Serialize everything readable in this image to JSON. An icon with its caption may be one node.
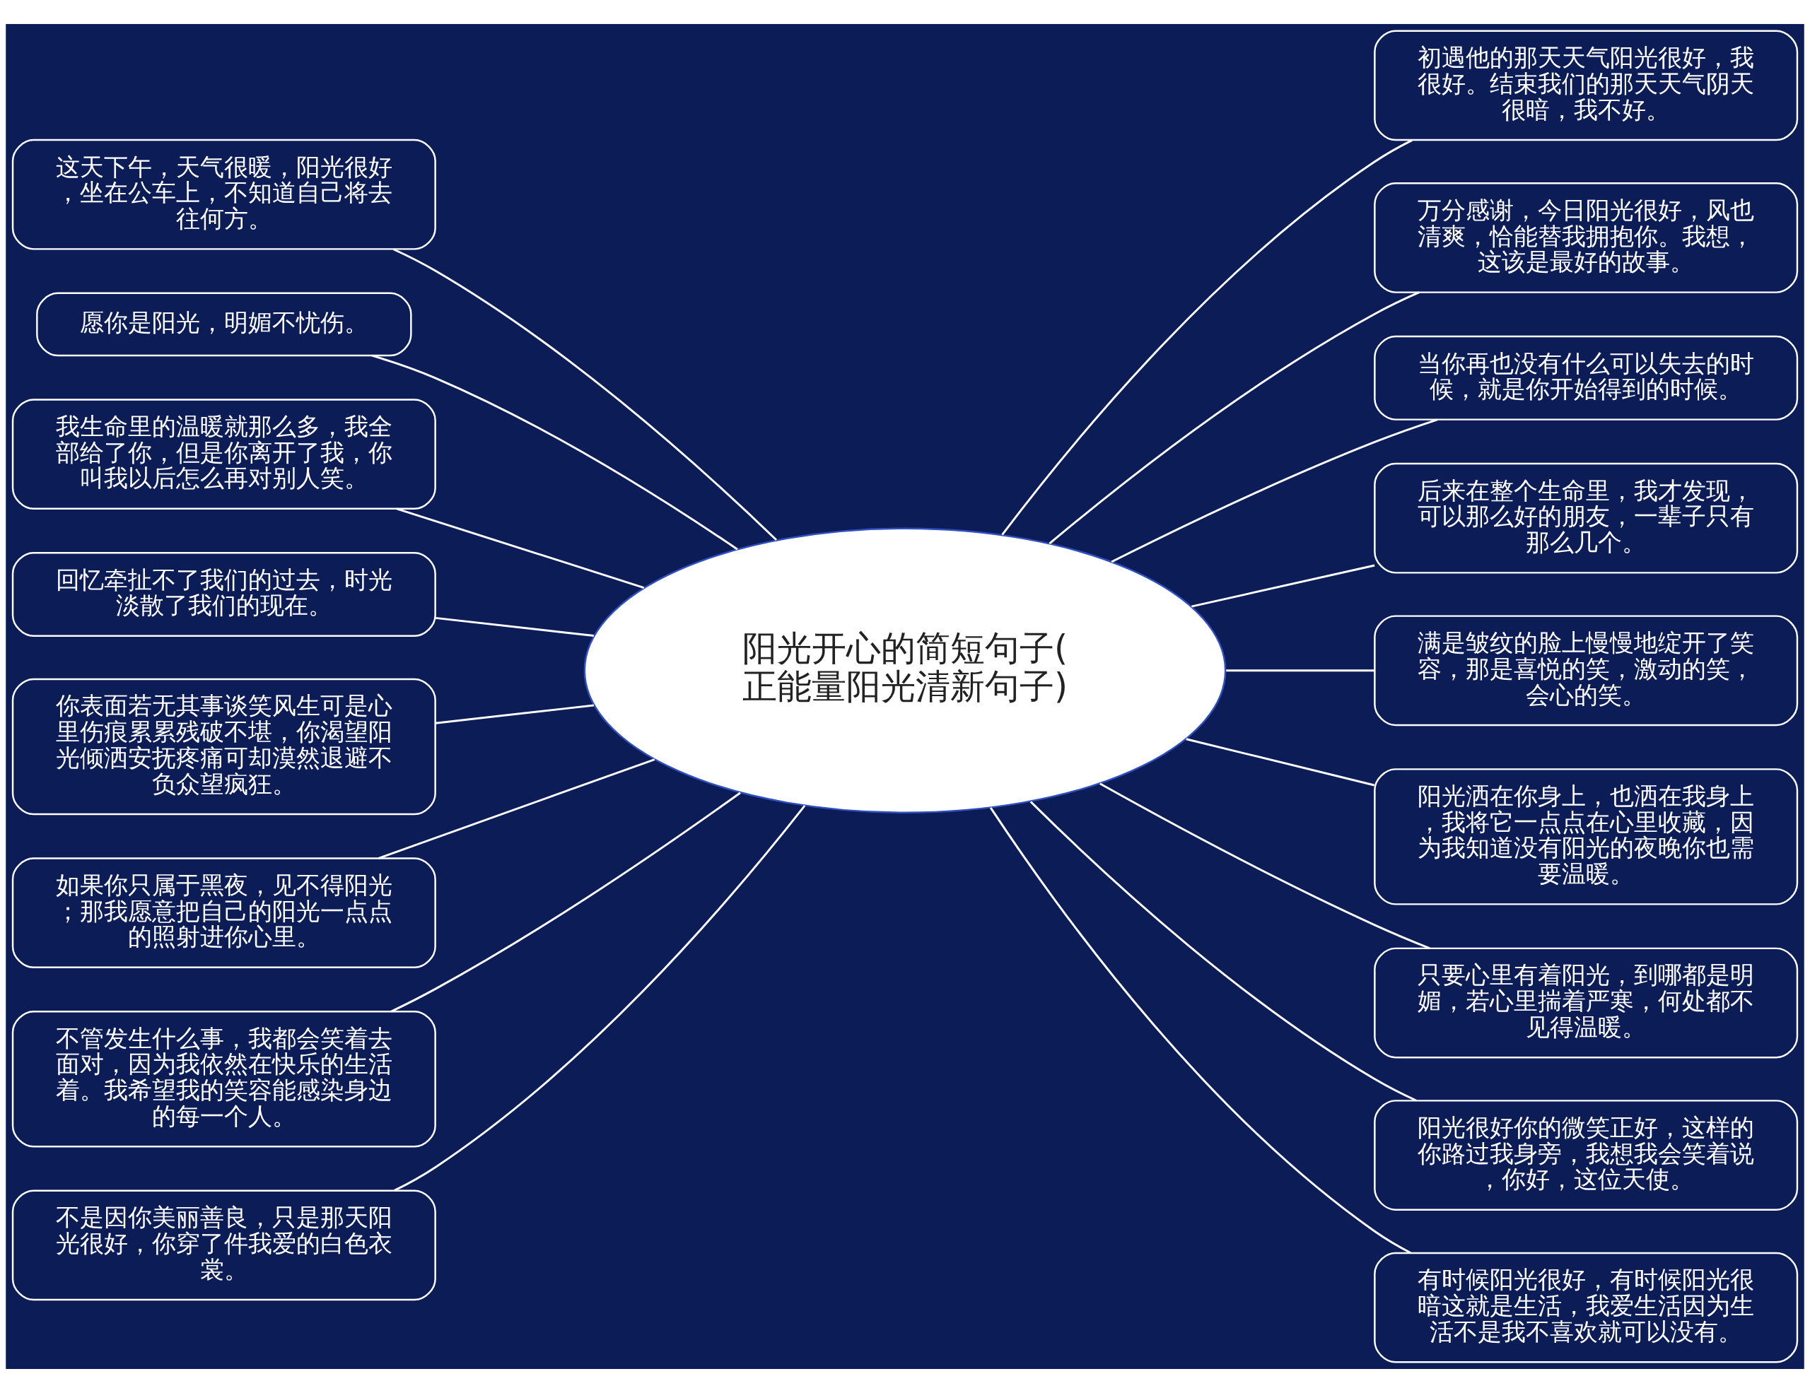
{
  "diagram": {
    "nodes": [
      {
        "text": [
          "阳光开心的简短句子(正能量阳光清新句子)"
        ]
      },
      {
        "text": [
          "这天下午，天气很暖，阳光很好，坐在公车上，不知道自己将去往何方。"
        ]
      },
      {
        "text": [
          "愿你是阳光，明媚不忧伤。"
        ]
      },
      {
        "text": [
          "我生命里的温暖就那么多，我全部给了你，但是你离开了我，你叫我以后怎么再对别人笑。"
        ]
      },
      {
        "text": [
          "回忆牵扯不了我们的过去，时光淡散了我们的现在。"
        ]
      },
      {
        "text": [
          "你表面若无其事谈笑风生可是心里伤痕累累残破不堪，你渴望阳光倾洒安抚疼痛可却漠然退避不负众望疯狂。"
        ]
      },
      {
        "text": [
          "如果你只属于黑夜，见不得阳光；那我愿意把自己的阳光一点点的照射进你心里。"
        ]
      },
      {
        "text": [
          "不管发生什么事，我都会笑着去面对，因为我依然在快乐的生活着。我希望我的笑容能感染身边的每一个人。"
        ]
      },
      {
        "text": [
          "不是因你美丽善良，只是那天阳光很好，你穿了件我爱的白色衣裳。"
        ]
      },
      {
        "text": [
          "初遇他的那天天气阳光很好，我很好。结束我们的那天天气阴天很暗，我不好。"
        ]
      },
      {
        "text": [
          "万分感谢，今日阳光很好，风也清爽，恰能替我拥抱你。我想，这该是最好的故事。"
        ]
      },
      {
        "text": [
          "当你再也没有什么可以失去的时候，就是你开始得到的时候。"
        ]
      },
      {
        "text": [
          "后来在整个生命里，我才发现，可以那么好的朋友，一辈子只有那么几个。"
        ]
      },
      {
        "text": [
          "满是皱纹的脸上慢慢地绽开了笑容，那是喜悦的笑，激动的笑，会心的笑。"
        ]
      },
      {
        "text": [
          "阳光洒在你身上，也洒在我身上，我将它一点点在心里收藏，因为我知道没有阳光的夜晚你也需要温暖。"
        ]
      },
      {
        "text": [
          "只要心里有着阳光，到哪都是明媚，若心里揣着严寒，何处都不见得温暖。"
        ]
      },
      {
        "text": [
          "阳光很好你的微笑正好，这样的你路过我身旁，我想我会笑着说，你好，这位天使。"
        ]
      },
      {
        "text": [
          "有时候阳光很好，有时候阳光很暗这就是生活，我爱生活因为生活不是我不喜欢就可以没有。"
        ]
      }
    ],
    "edges": [
      {
        "from": 0,
        "to": 1,
        "arrow": "none"
      },
      {
        "from": 0,
        "to": 2,
        "arrow": "none"
      },
      {
        "from": 0,
        "to": 3,
        "arrow": "none"
      },
      {
        "from": 0,
        "to": 4,
        "arrow": "none"
      },
      {
        "from": 0,
        "to": 5,
        "arrow": "none"
      },
      {
        "from": 0,
        "to": 6,
        "arrow": "none"
      },
      {
        "from": 0,
        "to": 7,
        "arrow": "none"
      },
      {
        "from": 0,
        "to": 8,
        "arrow": "none"
      },
      {
        "from": 0,
        "to": 9,
        "arrow": "none"
      },
      {
        "from": 0,
        "to": 10,
        "arrow": "none"
      },
      {
        "from": 0,
        "to": 11,
        "arrow": "none"
      },
      {
        "from": 0,
        "to": 12,
        "arrow": "none"
      },
      {
        "from": 0,
        "to": 13,
        "arrow": "none"
      },
      {
        "from": 0,
        "to": 14,
        "arrow": "none"
      },
      {
        "from": 0,
        "to": 15,
        "arrow": "none"
      },
      {
        "from": 0,
        "to": 16,
        "arrow": "none"
      },
      {
        "from": 0,
        "to": 17,
        "arrow": "none"
      }
    ]
  }
}
